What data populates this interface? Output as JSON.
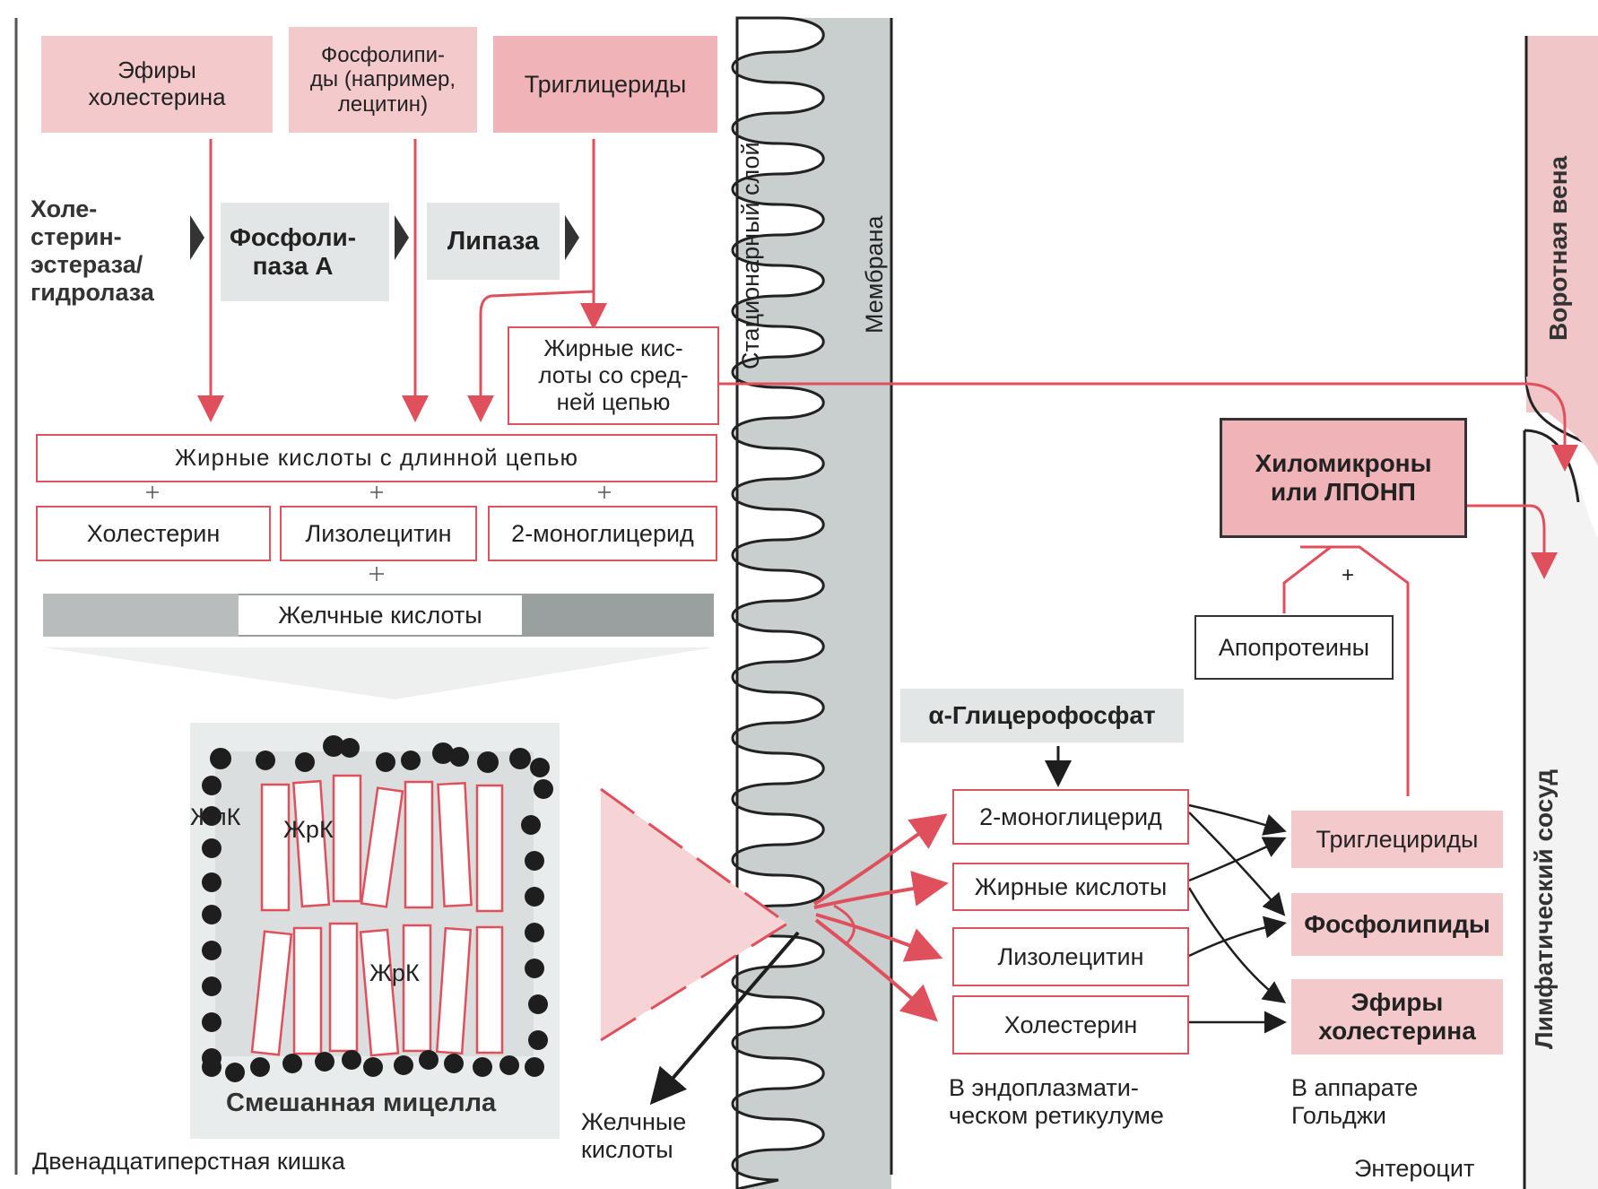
{
  "sources": {
    "cholesterol_esters": "Эфиры\nхолестерина",
    "phospholipids": "Фосфолипи-\nды (например,\nлецитин)",
    "triglycerides": "Триглицериды"
  },
  "enzymes": {
    "cholesterol_esterase": "Холе-\nстерин-\nэстераза/\nгидролаза",
    "phospholipase": "Фосфоли-\nпаза А",
    "lipase": "Липаза"
  },
  "products": {
    "medium_chain": "Жирные кис-\nлоты со сред-\nней цепью",
    "long_chain": "Жирные кислоты с длинной цепью",
    "plus": "+",
    "cholesterol": "Холестерин",
    "lysolecithin": "Лизолецитин",
    "monoglyceride": "2-моноглицерид",
    "bile_acids": "Желчные кислоты"
  },
  "micelle": {
    "title": "Смешанная мицелла",
    "label_zhlk": "ЖлК",
    "label_zhrk_top": "ЖрК",
    "label_zhrk_bottom": "ЖрК"
  },
  "regions": {
    "duodenum": "Двенадцатиперстная кишка",
    "bile_acids_out": "Желчные\nкислоты",
    "unstirred_layer": "Стационарный слой",
    "membrane": "Мембрана",
    "portal_vein": "Воротная вена",
    "lymph_vessel": "Лимфатический   сосуд",
    "enterocyte": "Энтероцит"
  },
  "er": {
    "glycerophosphate": "α-Глицерофосфат",
    "monoglyceride": "2-моноглицерид",
    "fatty_acids": "Жирные кислоты",
    "lysolecithin": "Лизолецитин",
    "cholesterol": "Холестерин",
    "caption": "В  эндоплазмати-\nческом ретикулуме"
  },
  "golgi": {
    "triglycerides": "Триглецириды",
    "phospholipids": "Фосфолипиды",
    "cholesterol_esters": "Эфиры\nхолестерина",
    "caption": "В   аппарате\nГольджи"
  },
  "assembly": {
    "chylomicrons": "Хиломикроны\nили ЛПОНП",
    "apoproteins": "Апопротеины",
    "plus": "+"
  },
  "colors": {
    "arrow_red": "#e0505c",
    "pink_fill": "#f4c9cc",
    "membrane_grey": "#c9cfcf",
    "dark": "#1e1e1e"
  }
}
